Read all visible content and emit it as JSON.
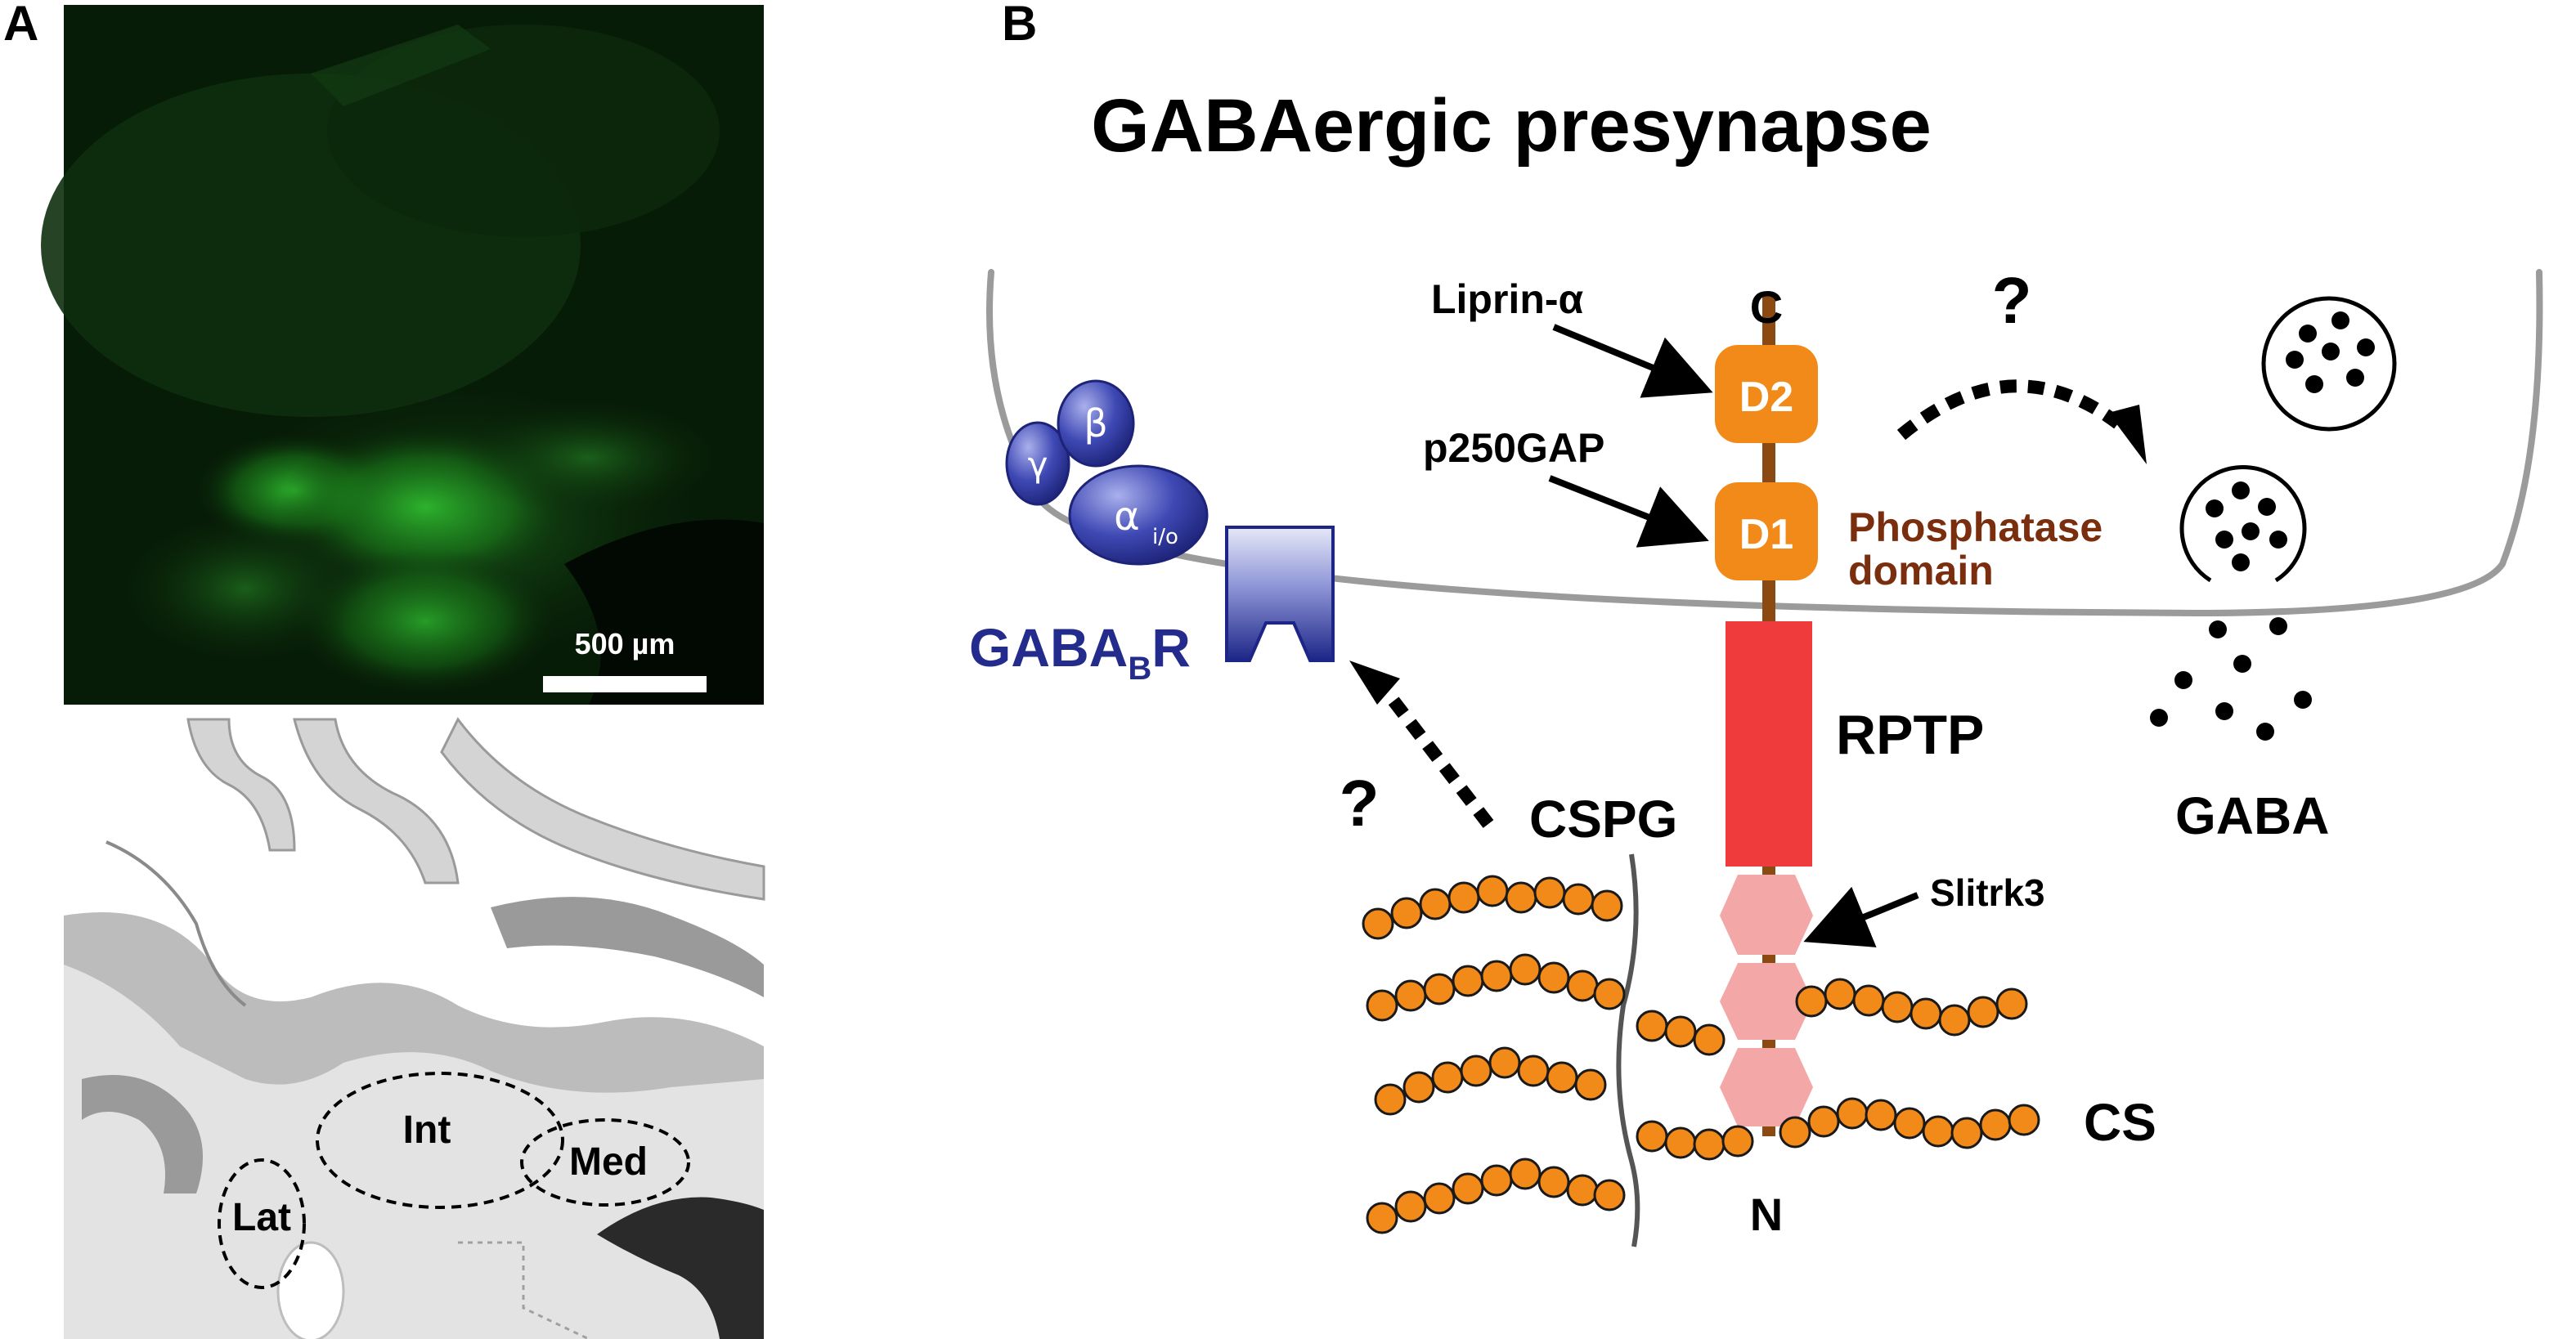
{
  "panel_a": {
    "letter": "A",
    "scale_bar_label": "500 µm",
    "nuclei": [
      "Lat",
      "Int",
      "Med"
    ],
    "colors": {
      "fluorescence_bg": "#061a06",
      "fluorescence_bright": "#2fb02f",
      "atlas_gray": "#bdbdbd",
      "atlas_light": "#e2e2e2"
    }
  },
  "panel_b": {
    "letter": "B",
    "title": "GABAergic presynapse",
    "labels": {
      "liprin": "Liprin-α",
      "c_terminus": "C",
      "d2": "D2",
      "p250gap": "p250GAP",
      "d1": "D1",
      "phosphatase_1": "Phosphatase",
      "phosphatase_2": "domain",
      "rptp": "RPTP",
      "slitrk3": "Slitrk3",
      "n_terminus": "N",
      "cspg": "CSPG",
      "cs": "CS",
      "gaba": "GABA",
      "gabab_main": "GABA",
      "gabab_sub": "B",
      "gabab_end": "R",
      "gamma": "γ",
      "beta": "β",
      "alpha": "α",
      "alpha_sub": "i/o",
      "question_1": "?",
      "question_2": "?"
    },
    "colors": {
      "domain_orange": "#f28a1a",
      "rptp_red": "#ef3b3b",
      "slitrk_pink": "#f4a7a7",
      "membrane_gray": "#9b9b9b",
      "receptor_navy": "#232b8c",
      "phosphatase_text": "#7a2e0e",
      "bead_orange": "#f28a1a"
    }
  }
}
